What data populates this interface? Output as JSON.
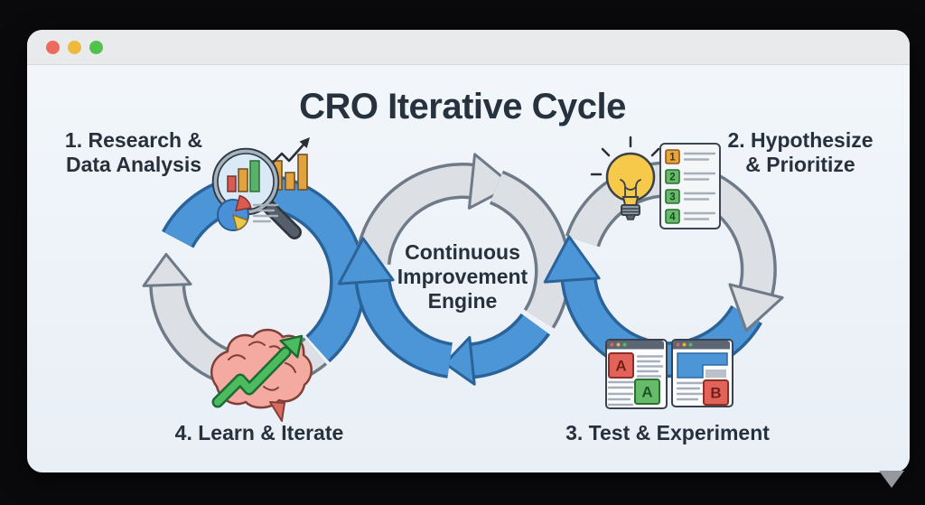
{
  "window_chrome": {
    "traffic_lights": [
      "#ed6a5e",
      "#f0b93c",
      "#52c24d"
    ]
  },
  "diagram": {
    "title": "CRO Iterative Cycle",
    "center_label": {
      "line1": "Continuous",
      "line2": "Improvement",
      "line3": "Engine"
    },
    "steps": [
      {
        "num": "1",
        "line1": "1. Research &",
        "line2": "Data Analysis",
        "icon": "magnifier-analytics-icon"
      },
      {
        "num": "2",
        "line1": "2. Hypothesize",
        "line2": "& Prioritize",
        "icon": "lightbulb-priority-list-icon"
      },
      {
        "num": "3",
        "line1": "3. Test & Experiment",
        "icon": "ab-test-browser-windows-icon"
      },
      {
        "num": "4",
        "line1": "4. Learn & Iterate",
        "icon": "brain-growth-arrow-icon"
      }
    ],
    "icons": {
      "priority_list": {
        "items": [
          "1",
          "2",
          "3",
          "4"
        ]
      },
      "ab_test": {
        "letter_a_top": "A",
        "letter_a_bottom": "A",
        "letter_b": "B"
      }
    },
    "colors": {
      "flow_blue": "#4c96d7",
      "flow_gray": "#dce0e5",
      "text_dark": "#27323f",
      "bulb_yellow": "#f6c94a",
      "success_green": "#66bb6a",
      "alert_red": "#e2635a",
      "priority_orange": "#e8a33d",
      "canvas_bg": "#eef2f8"
    }
  }
}
